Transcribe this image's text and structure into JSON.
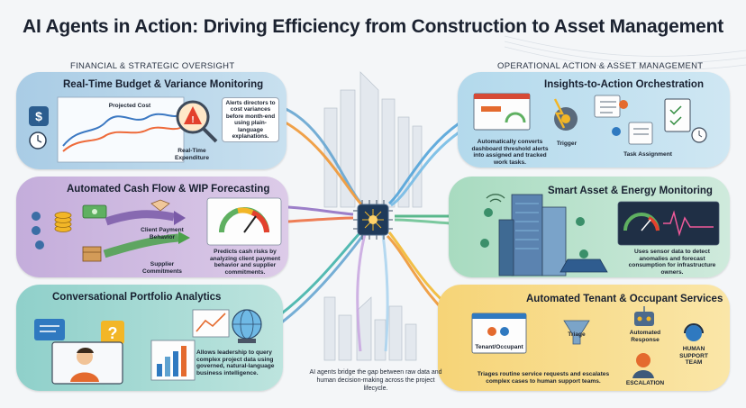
{
  "title": "AI Agents in Action: Driving Efficiency from Construction to Asset Management",
  "sections": {
    "left": "FINANCIAL & STRATEGIC OVERSIGHT",
    "right": "OPERATIONAL ACTION & ASSET MANAGEMENT"
  },
  "colors": {
    "panel_blue": "#b9d7ea",
    "panel_purple": "#cdb9e0",
    "panel_teal": "#a9ddd7",
    "panel_lightblue": "#c4e2ef",
    "panel_green": "#bfe4cf",
    "panel_yellow": "#f7dc86",
    "chip": "#1f3a5a"
  },
  "panels": {
    "budget": {
      "title": "Real-Time Budget & Variance Monitoring",
      "projected_cost": "Projected Cost",
      "expenditure": "Real-Time Expenditure",
      "callout": "Alerts directors to cost variances before month-end using plain-language explanations."
    },
    "cashflow": {
      "title": "Automated Cash Flow & WIP Forecasting",
      "client_behavior": "Client Payment Behavior",
      "supplier_commitments": "Supplier Commitments",
      "note": "Predicts cash risks by analyzing client payment behavior and supplier commitments."
    },
    "portfolio": {
      "title": "Conversational Portfolio Analytics",
      "note": "Allows leadership to query complex project data using governed, natural-language business intelligence."
    },
    "insights": {
      "title": "Insights-to-Action Orchestration",
      "note": "Automatically converts dashboard threshold alerts into assigned and tracked work tasks.",
      "trigger": "Trigger",
      "task_assignment": "Task Assignment"
    },
    "energy": {
      "title": "Smart Asset & Energy Monitoring",
      "note": "Uses sensor data to detect anomalies and forecast consumption for infrastructure owners."
    },
    "tenant": {
      "title": "Automated Tenant & Occupant Services",
      "tenant_label": "Tenant/Occupant",
      "triage": "Triage",
      "automated_response": "Automated Response",
      "escalation": "ESCALATION",
      "human_team": "HUMAN SUPPORT TEAM",
      "note": "Triages routine service requests and escalates complex cases to human support teams."
    }
  },
  "center_caption": "AI agents bridge the gap between raw data and human decision-making across the project lifecycle."
}
